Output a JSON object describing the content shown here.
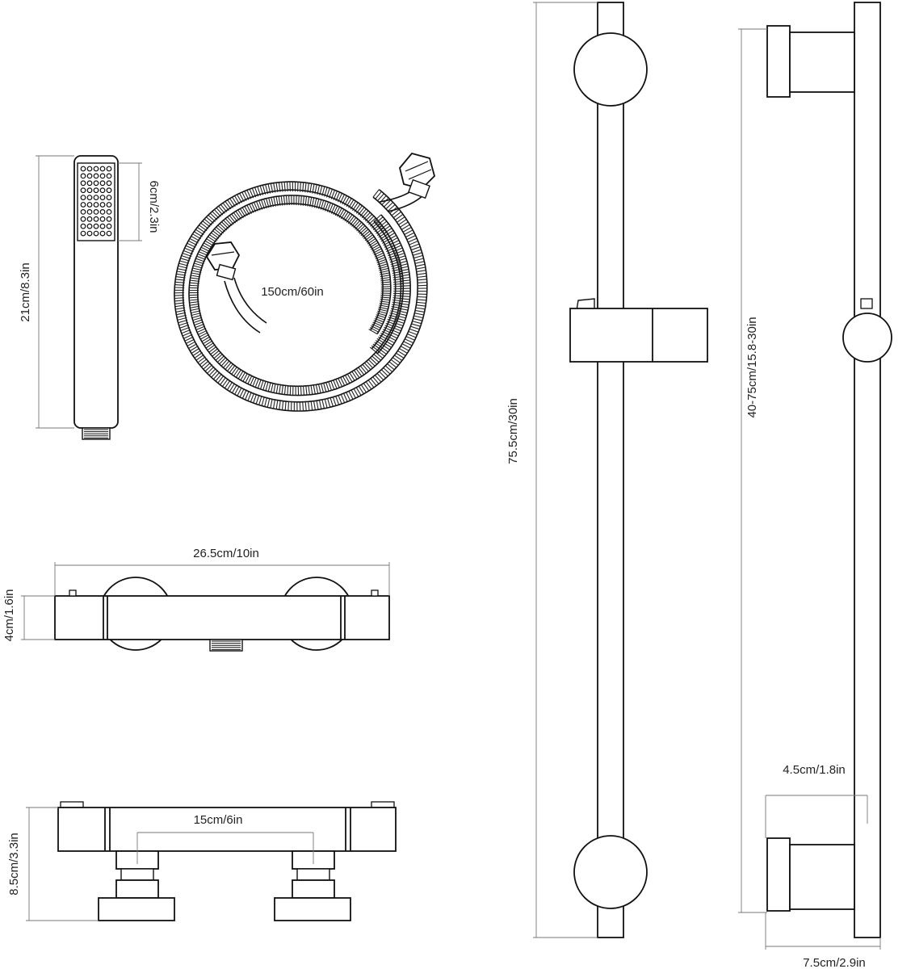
{
  "labels": {
    "handheld_length": "21cm/8.3in",
    "handheld_head": "6cm/2.3in",
    "hose_length": "150cm/60in",
    "valve_width": "26.5cm/10in",
    "valve_height": "4cm/1.6in",
    "valve_centers": "15cm/6in",
    "valve_depth": "8.5cm/3.3in",
    "rail_length": "75.5cm/30in",
    "rail_adjust_range": "40-75cm/15.8-30in",
    "bracket_offset": "4.5cm/1.8in",
    "bracket_depth": "7.5cm/2.9in"
  }
}
